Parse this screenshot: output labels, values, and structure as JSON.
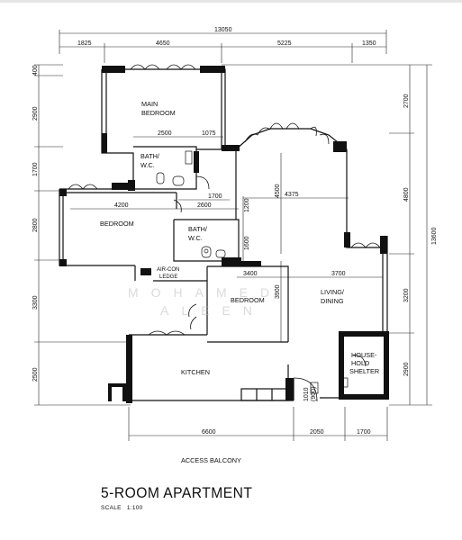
{
  "title": "5-ROOM APARTMENT",
  "scale_label": "SCALE",
  "scale_value": "1:100",
  "watermark": [
    "MOHAMED",
    "ALEEN"
  ],
  "rooms": {
    "main_bedroom": [
      "MAIN",
      "BEDROOM"
    ],
    "bath_1": [
      "BATH/",
      "W.C."
    ],
    "bedroom_left": "BEDROOM",
    "bath_2": [
      "BATH/",
      "W.C."
    ],
    "aircon": [
      "AIR-CON",
      "LEDGE"
    ],
    "bedroom_mid": "BEDROOM",
    "living": [
      "LIVING/",
      "DINING"
    ],
    "kitchen": "KITCHEN",
    "shelter": [
      "HOUSE-",
      "HOLD",
      "SHELTER"
    ],
    "balcony": "ACCESS BALCONY"
  },
  "dimensions": {
    "overall_width": "13050",
    "top_segments": [
      "1825",
      "4650",
      "5225",
      "1350"
    ],
    "left_segments": [
      "400",
      "2900",
      "1700",
      "2800",
      "3300",
      "2500"
    ],
    "right_segments": [
      "2700",
      "4800",
      "3200",
      "2900"
    ],
    "overall_height": "13600",
    "bottom_segments": [
      "6600",
      "2050",
      "1700"
    ],
    "internal": {
      "bath1_width": "2500",
      "bath1_side": "1075",
      "bedroom_width": "4200",
      "corridor_width": "2600",
      "corridor_depth": "1700",
      "bath2_height": "1200",
      "bath2_depth": "1600",
      "living_depth": "4500",
      "living_width": "4375",
      "bedroom_mid_width": "3400",
      "living_width_lower": "3700",
      "bedroom_mid_depth": "3900",
      "entrance_door": "1010",
      "entrance_door_2": "(900)"
    }
  }
}
